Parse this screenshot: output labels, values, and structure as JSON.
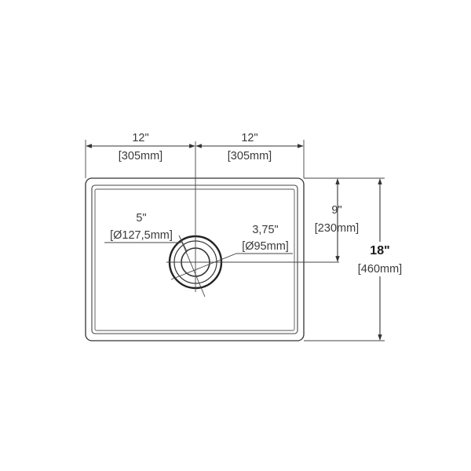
{
  "dimensions": {
    "left_width": {
      "inches": "12\"",
      "mm": "[305mm]"
    },
    "right_width": {
      "inches": "12\"",
      "mm": "[305mm]"
    },
    "drain_offset": {
      "inches": "9\"",
      "mm": "[230mm]"
    },
    "total_depth": {
      "inches": "18\"",
      "mm": "[460mm]"
    },
    "flange_diameter": {
      "inches": "5\"",
      "mm": "[Ø127,5mm]"
    },
    "drain_diameter": {
      "inches": "3,75\"",
      "mm": "[Ø95mm]"
    }
  }
}
